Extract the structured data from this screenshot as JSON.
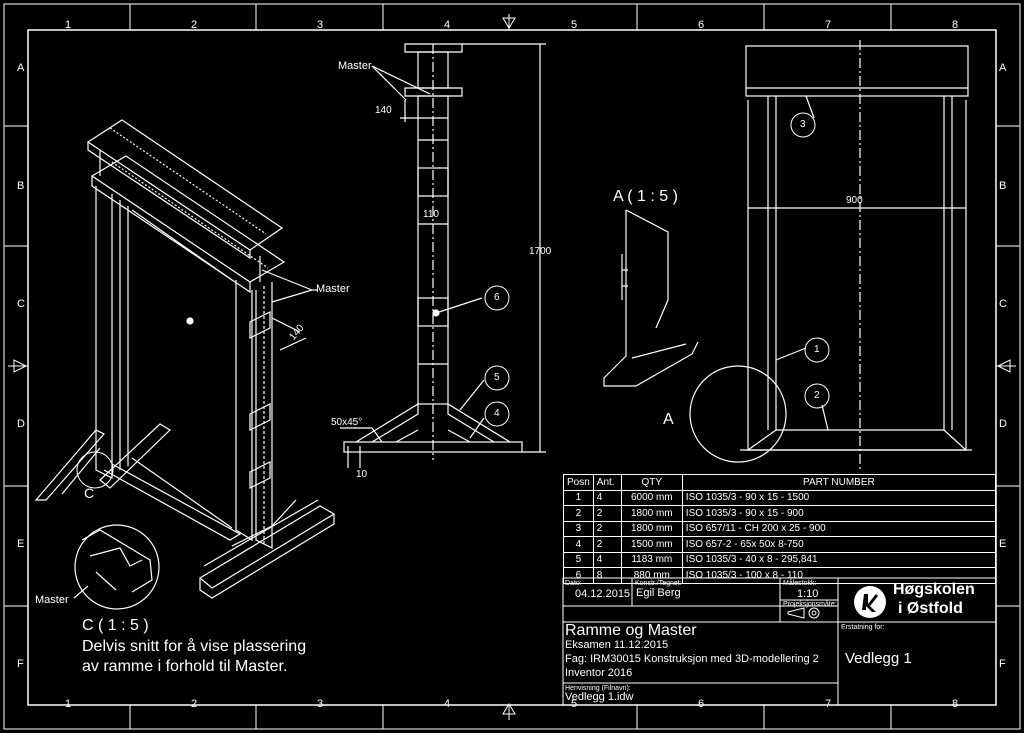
{
  "zones": {
    "columns": [
      "1",
      "2",
      "3",
      "4",
      "5",
      "6",
      "7",
      "8"
    ],
    "rows": [
      "A",
      "B",
      "C",
      "D",
      "E",
      "F"
    ]
  },
  "views": {
    "iso_master_label": "Master",
    "iso_dim_140": "140",
    "iso_detail_letter": "C",
    "detail_master_label": "Master",
    "detail_title": "C ( 1 : 5 )",
    "detail_note_line1": "Delvis snitt for å vise plassering",
    "detail_note_line2": "av ramme i forhold  til Master.",
    "side_master_label": "Master",
    "side_dim_140": "140",
    "side_dim_110": "110",
    "side_dim_1700": "1700",
    "side_chamfer": "50x45°",
    "side_dim_10": "10",
    "section_title": "A ( 1 : 5 )",
    "section_letter": "A",
    "front_dim_900": "900",
    "balloons": [
      "1",
      "2",
      "3",
      "4",
      "5",
      "6"
    ]
  },
  "bom": {
    "headers": [
      "Posn",
      "Ant.",
      "QTY",
      "PART NUMBER"
    ],
    "rows": [
      [
        "1",
        "4",
        "6000 mm",
        "ISO 1035/3 - 90 x 15 - 1500"
      ],
      [
        "2",
        "2",
        "1800 mm",
        "ISO 1035/3 - 90 x 15 - 900"
      ],
      [
        "3",
        "2",
        "1800 mm",
        "ISO 657/11 - CH 200 x 25 - 900"
      ],
      [
        "4",
        "2",
        "1500 mm",
        "ISO 657-2 - 65x 50x 8-750"
      ],
      [
        "5",
        "4",
        "1183 mm",
        "ISO 1035/3 - 40 x 8 - 295,841"
      ],
      [
        "6",
        "8",
        "880 mm",
        "ISO 1035/3 - 100 x 8 - 110"
      ]
    ]
  },
  "title_block": {
    "date_label": "Dato:",
    "date": "04.12.2015",
    "designer_label": "Konstr./Tegnet:",
    "designer": "Egil Berg",
    "scale_label": "Målestokk:",
    "scale": "1:10",
    "projection_label": "Projeksjonsmåte:",
    "replaces_label": "Erstatning for:",
    "school_line1": "Høgskolen",
    "school_line2": "i Østfold",
    "title": "Ramme og Master",
    "exam": "Eksamen 11.12.2015",
    "course": "Fag: IRM30015 Konstruksjon med 3D-modellering 2",
    "software": "Inventor 2016",
    "reference_label": "Henvisning (Filnavn):",
    "filename": "Vedlegg 1.idw",
    "sheet_name": "Vedlegg 1"
  }
}
